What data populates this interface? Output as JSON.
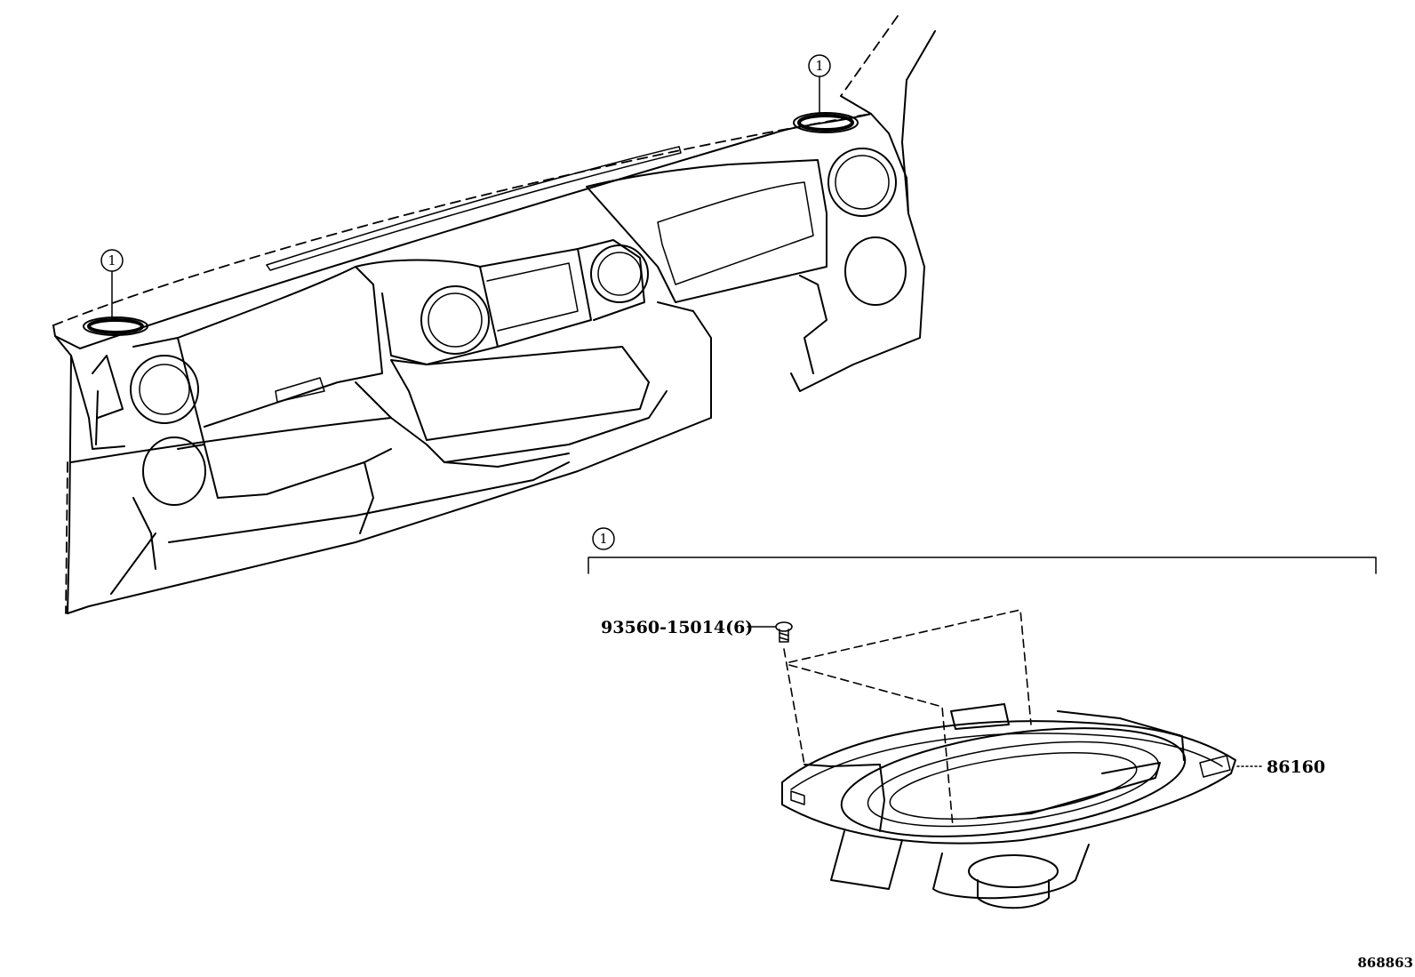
{
  "callouts": {
    "left": "1",
    "right": "1",
    "section": "1"
  },
  "parts": {
    "screw_label": "93560-15014(6)",
    "speaker_label": "86160"
  },
  "diagram_id": "868863"
}
